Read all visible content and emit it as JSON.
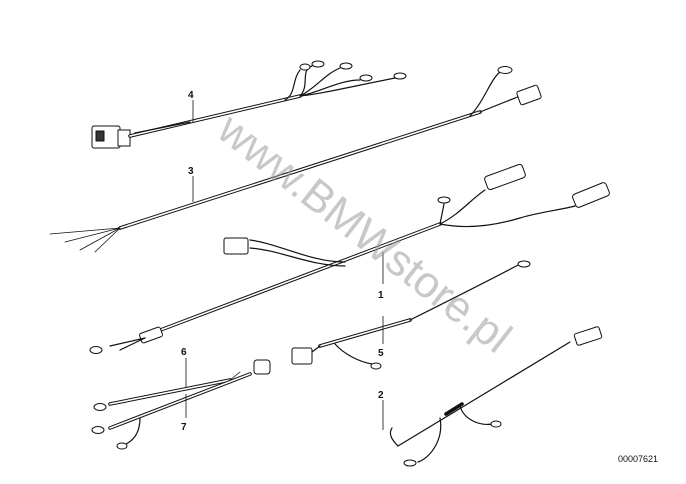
{
  "diagram": {
    "part_labels": [
      "1",
      "2",
      "3",
      "4",
      "5",
      "6",
      "7"
    ],
    "watermark": "www.BMWstore.pl",
    "image_code": "00007621"
  }
}
